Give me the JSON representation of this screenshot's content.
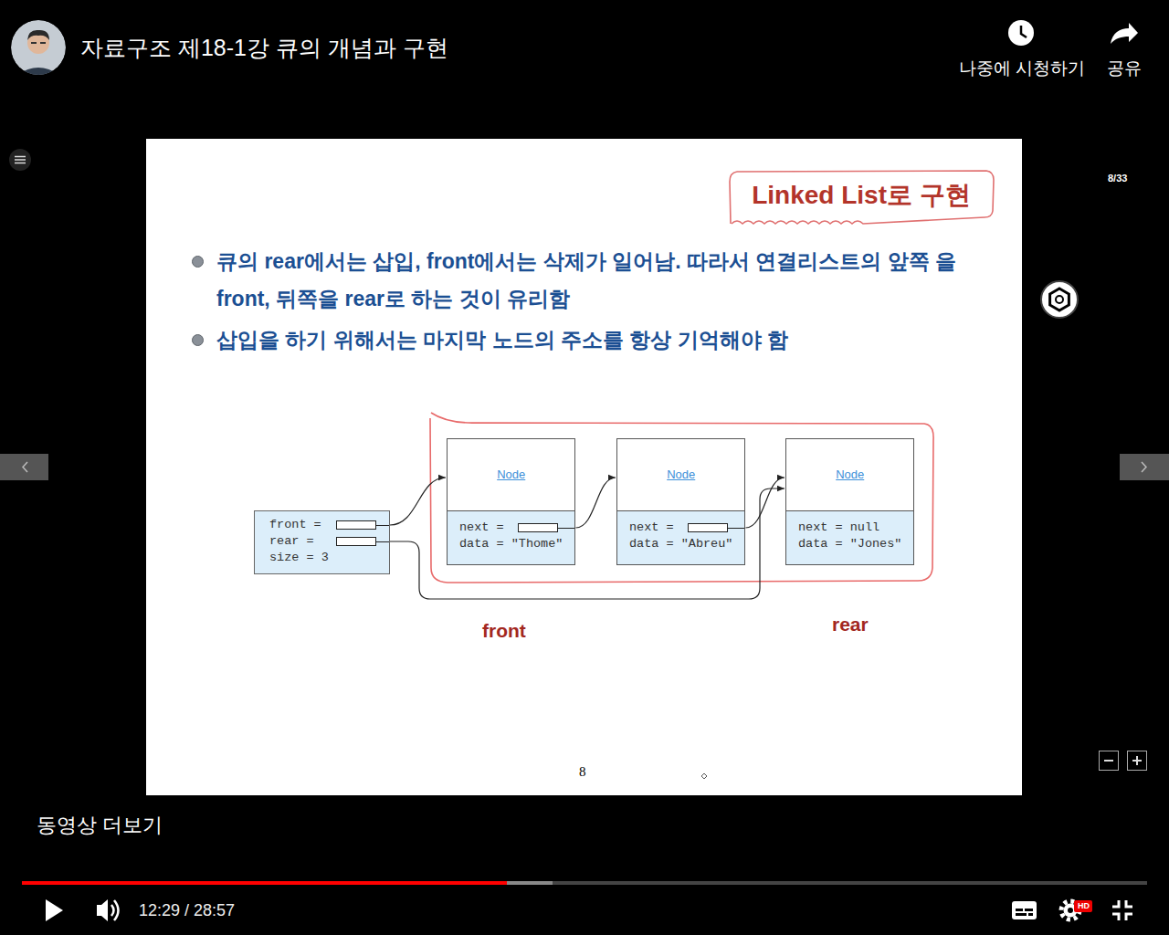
{
  "diagram": {
    "title": "자료구조 제18-1강 큐의 개념과 구현",
    "nodes": [
      {
        "text": [
          "큐의 rear에서는 삽입, front에서는 삭제가 일어남. 따라서 연결리스트의 앞쪽 을 front, 뒤쪽을 rear로 하는 것이 유리함",
          "삽입을 하기 위해서는 마지막 노드의 주소를 항상 기억해야 함",
          "8"
        ]
      },
      {
        "text": [
          "Linked List로 구현"
        ],
        "in": 0
      },
      {
        "text": [
          "front =",
          "rear =",
          "size = 3"
        ],
        "in": 0
      },
      {
        "text": [
          "Node",
          "next =",
          "data = \"Thome\""
        ],
        "in": 0
      },
      {
        "text": [
          "Node",
          "next =",
          "data = \"Abreu\""
        ],
        "in": 0
      },
      {
        "text": [
          "Node",
          "next = null",
          "data = \"Jones\""
        ],
        "in": 0
      }
    ],
    "edges": [
      {
        "from": 2,
        "to": 3,
        "arrow": "to"
      },
      {
        "from": 2,
        "to": 5,
        "arrow": "to"
      },
      {
        "from": 3,
        "to": 4,
        "arrow": "to"
      },
      {
        "from": 4,
        "to": 5,
        "arrow": "to"
      }
    ],
    "labels": [
      "나중에 시청하기",
      "공유",
      "8/33",
      "front",
      "rear",
      "동영상 더보기",
      "12:29 / 28:57",
      "HD"
    ]
  }
}
